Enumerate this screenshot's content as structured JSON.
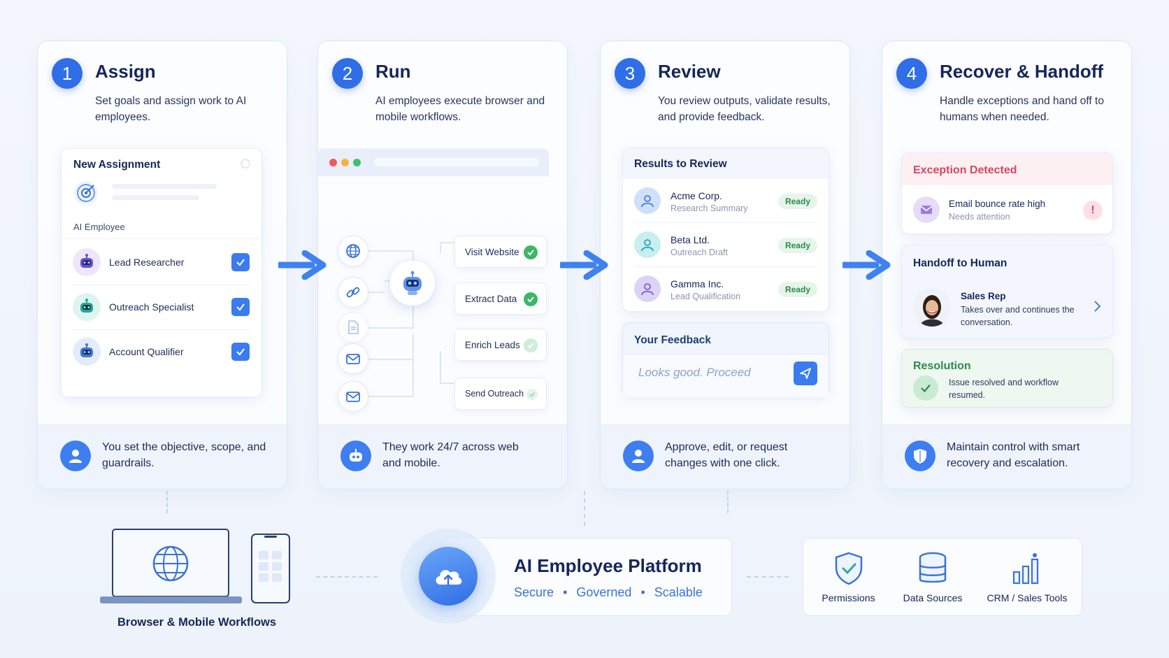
{
  "stages": [
    {
      "num": "1",
      "title": "Assign",
      "desc": "Set goals and assign work to AI employees.",
      "footer": "You set the objective, scope, and guardrails.",
      "card_title": "New Assignment",
      "section_label": "AI Employee",
      "agents": [
        "Lead Researcher",
        "Outreach Specialist",
        "Account Qualifier"
      ]
    },
    {
      "num": "2",
      "title": "Run",
      "desc": "AI employees execute browser and mobile workflows.",
      "footer": "They work 24/7 across web and mobile.",
      "tasks": [
        "Visit Website",
        "Extract Data",
        "Enrich Leads",
        "Send Outreach"
      ]
    },
    {
      "num": "3",
      "title": "Review",
      "desc": "You review outputs, validate results, and provide feedback.",
      "footer": "Approve, edit, or request changes with one click.",
      "card_title": "Results to Review",
      "results": [
        {
          "name": "Acme Corp.",
          "sub": "Research Summary",
          "status": "Ready"
        },
        {
          "name": "Beta Ltd.",
          "sub": "Outreach Draft",
          "status": "Ready"
        },
        {
          "name": "Gamma Inc.",
          "sub": "Lead Qualification",
          "status": "Ready"
        }
      ],
      "feedback_title": "Your Feedback",
      "feedback_placeholder": "Looks good. Proceed"
    },
    {
      "num": "4",
      "title": "Recover & Handoff",
      "desc": "Handle exceptions and hand off to humans when needed.",
      "footer": "Maintain control with smart recovery and escalation.",
      "exception": {
        "title": "Exception Detected",
        "text": "Email bounce rate high",
        "sub": "Needs attention",
        "badge": "!"
      },
      "handoff": {
        "title": "Handoff to Human",
        "name": "Sales Rep",
        "text": "Takes over and continues the conversation."
      },
      "resolution": {
        "title": "Resolution",
        "text": "Issue resolved and workflow resumed."
      }
    }
  ],
  "bottom": {
    "workflows_label": "Browser & Mobile Workflows",
    "platform_title": "AI Employee Platform",
    "platform_tags": [
      "Secure",
      "Governed",
      "Scalable"
    ],
    "integrations": [
      "Permissions",
      "Data Sources",
      "CRM / Sales Tools"
    ]
  },
  "colors": {
    "accent": "#2f6ee6",
    "ready_bg": "#e6f5ea",
    "exception": "#d9455f",
    "resolution": "#2e8a48"
  }
}
